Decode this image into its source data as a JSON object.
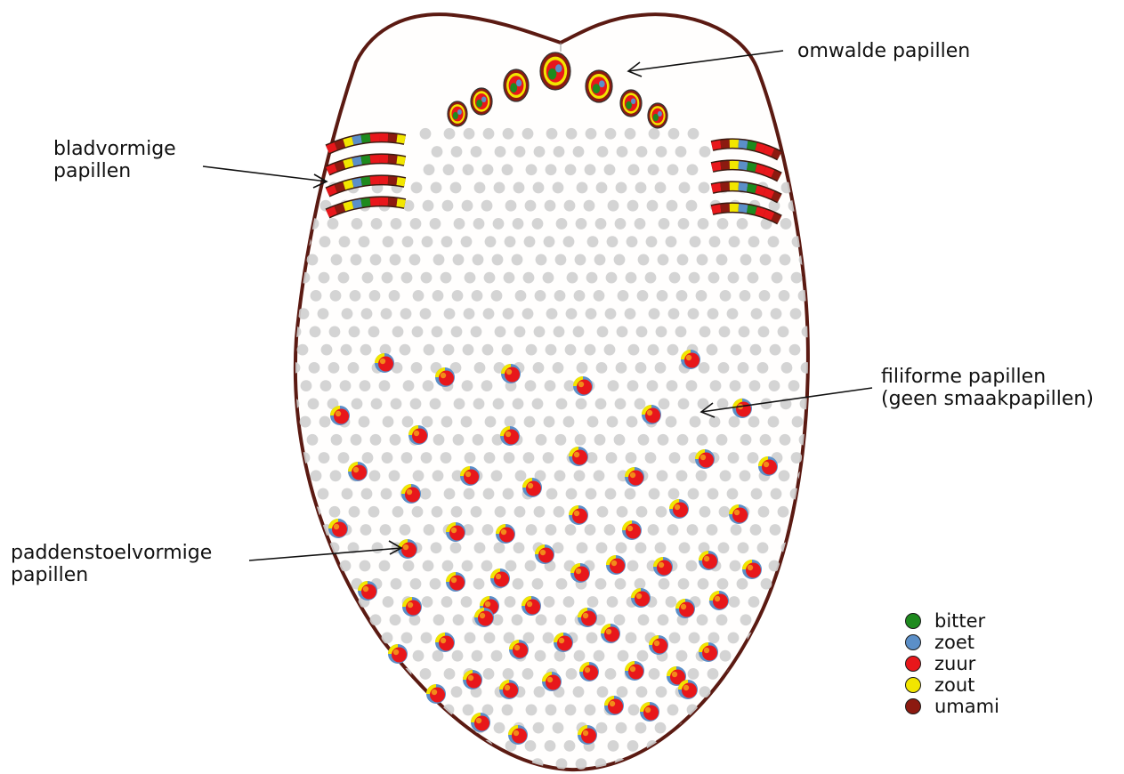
{
  "labels": {
    "omwalde": [
      "omwalde papillen"
    ],
    "bladvormig": [
      "bladvormige",
      "papillen"
    ],
    "filiform": [
      "filiforme papillen",
      "(geen smaakpapillen)"
    ],
    "paddenstoel": [
      "paddenstoelvormige",
      "papillen"
    ]
  },
  "legend": [
    {
      "label": "bitter",
      "color": "#1e8a1e"
    },
    {
      "label": "zoet",
      "color": "#5b8fc8"
    },
    {
      "label": "zuur",
      "color": "#e8171b"
    },
    {
      "label": "zout",
      "color": "#f2e600"
    },
    {
      "label": "umami",
      "color": "#8c1a10"
    }
  ],
  "colors": {
    "outline": "#5b1a12",
    "filiform": "#cfcfcf",
    "red": "#e8171b",
    "green": "#1e8a1e",
    "blue": "#5b8fc8",
    "yellow": "#f2e600",
    "umami": "#8c1a10"
  }
}
